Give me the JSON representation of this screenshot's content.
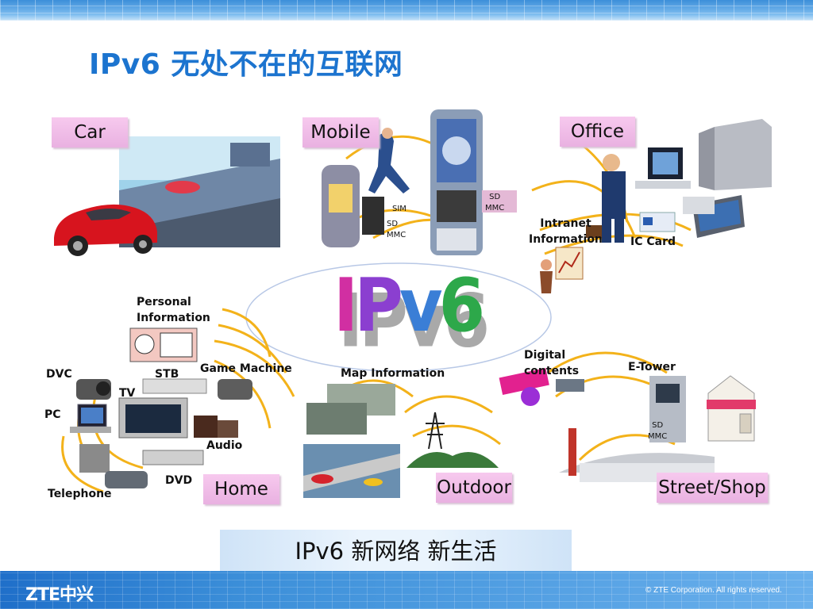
{
  "slide": {
    "title": "IPv6 无处不在的互联网",
    "center_logo": "IPv6",
    "slogan": "IPv6 新网络 新生活"
  },
  "tags": {
    "car": "Car",
    "mobile": "Mobile",
    "office": "Office",
    "home": "Home",
    "outdoor": "Outdoor",
    "street": "Street/Shop"
  },
  "labels": {
    "sim": "SIM",
    "sd_mmc_1": "SD\nMMC",
    "sd_mmc_2": "SD\nMMC",
    "sd_mmc_3": "SD\nMMC",
    "intranet": "Intranet\nInformation",
    "ic_card": "IC Card",
    "personal_info": "Personal\nInformation",
    "game_machine": "Game Machine",
    "map_info": "Map Information",
    "digital_contents": "Digital\ncontents",
    "e_tower": "E-Tower",
    "dvc": "DVC",
    "stb": "STB",
    "tv": "TV",
    "pc": "PC",
    "audio": "Audio",
    "dvd": "DVD",
    "telephone": "Telephone"
  },
  "footer": {
    "logo": "ZTE中兴",
    "copyright": "© ZTE Corporation. All rights reserved."
  },
  "colors": {
    "title_blue": "#1c74cf",
    "tag_pink": "#efbde8",
    "arc_orange": "#f3b21a",
    "band_blue": "#3c8fd9"
  }
}
